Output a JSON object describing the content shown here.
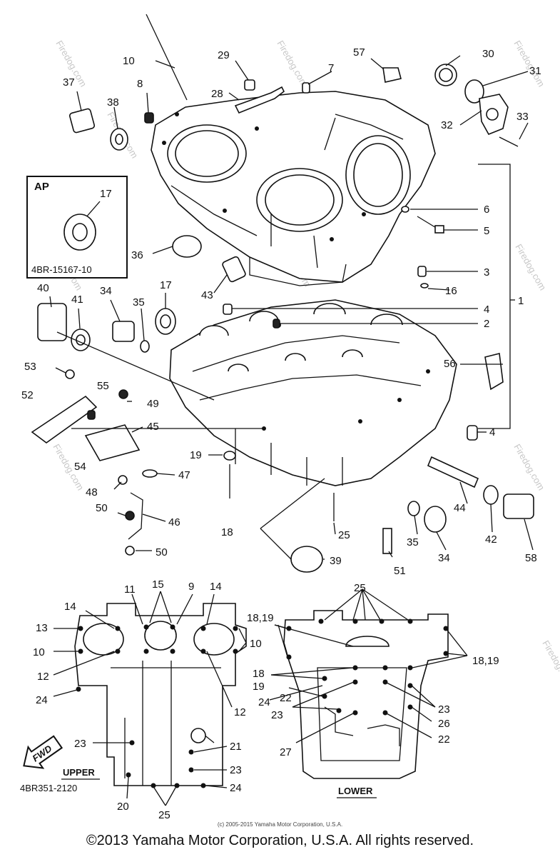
{
  "inset": {
    "label": "AP",
    "part": "17",
    "code": "4BR-15167-10"
  },
  "callouts": {
    "c10": "10",
    "c29": "29",
    "c57": "57",
    "c30": "30",
    "c31": "31",
    "c37": "37",
    "c8": "8",
    "c7": "7",
    "c28": "28",
    "c38": "38",
    "c33": "33",
    "c32": "32",
    "c6": "6",
    "c5": "5",
    "c36": "36",
    "c3": "3",
    "c16": "16",
    "c1": "1",
    "c43": "43",
    "c40": "40",
    "c41": "41",
    "c34": "34",
    "c35": "35",
    "c17": "17",
    "c4a": "4",
    "c2": "2",
    "c53": "53",
    "c56": "56",
    "c55": "55",
    "c52": "52",
    "c49": "49",
    "c45": "45",
    "c4b": "4",
    "c19": "19",
    "c54": "54",
    "c47": "47",
    "c48": "48",
    "c50a": "50",
    "c46": "46",
    "c18": "18",
    "c44": "44",
    "c42": "42",
    "c58": "58",
    "c25a": "25",
    "c35b": "35",
    "c34b": "34",
    "c39": "39",
    "c51": "51",
    "c50b": "50"
  },
  "upper": {
    "title": "UPPER",
    "code": "4BR351-2120",
    "fwd": "FWD",
    "labels": {
      "u15": "15",
      "u11": "11",
      "u9": "9",
      "u14a": "14",
      "u14b": "14",
      "u13": "13",
      "u10a": "10",
      "u10b": "10",
      "u12a": "12",
      "u12b": "12",
      "u24a": "24",
      "u23a": "23",
      "u21": "21",
      "u23b": "23",
      "u24b": "24",
      "u20": "20",
      "u25": "25"
    }
  },
  "lower": {
    "title": "LOWER",
    "labels": {
      "l25": "25",
      "l1819a": "18,19",
      "l1819b": "18,19",
      "l18": "18",
      "l19": "19",
      "l24": "24",
      "l22a": "22",
      "l23a": "23",
      "l23b": "23",
      "l26": "26",
      "l27": "27",
      "l22b": "22"
    }
  },
  "watermark": "Firedog.com",
  "small_copyright": "(c) 2005-2015 Yamaha Motor Corporation, U.S.A.",
  "copyright": "©2013 Yamaha Motor Corporation, U.S.A. All rights reserved."
}
